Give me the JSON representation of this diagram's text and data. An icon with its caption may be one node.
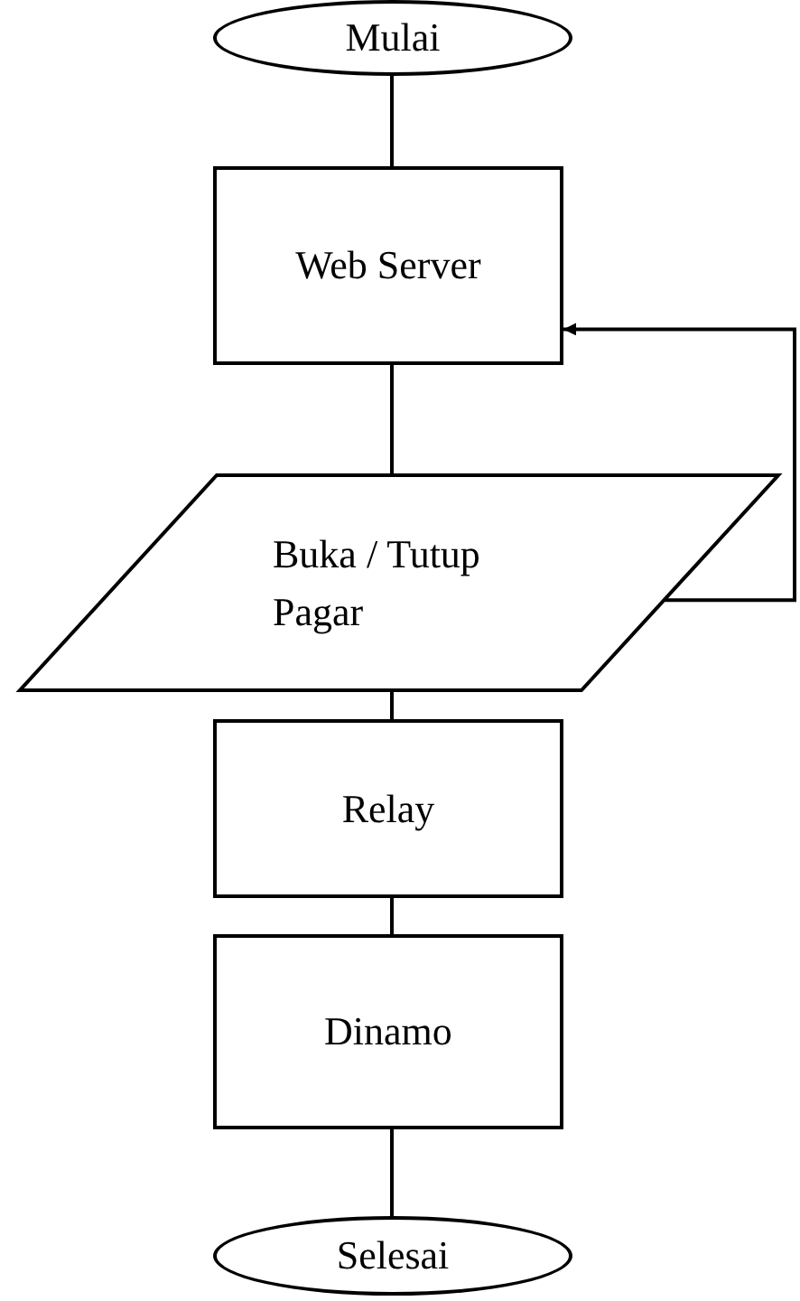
{
  "diagram": {
    "nodes": [
      {
        "text": [
          "Mulai"
        ]
      },
      {
        "text": [
          "Web Server"
        ]
      },
      {
        "text": [
          "Buka / Tutup Pagar"
        ]
      },
      {
        "text": [
          "Relay"
        ]
      },
      {
        "text": [
          "Dinamo"
        ]
      },
      {
        "text": [
          "Selesai"
        ]
      }
    ],
    "edges": [
      {
        "from": 0,
        "to": 1,
        "arrow": "none"
      },
      {
        "from": 1,
        "to": 2,
        "arrow": "none"
      },
      {
        "from": 2,
        "to": 3,
        "arrow": "none"
      },
      {
        "from": 3,
        "to": 4,
        "arrow": "none"
      },
      {
        "from": 4,
        "to": 5,
        "arrow": "none"
      },
      {
        "from": 2,
        "to": 1,
        "arrow": "to"
      }
    ]
  }
}
